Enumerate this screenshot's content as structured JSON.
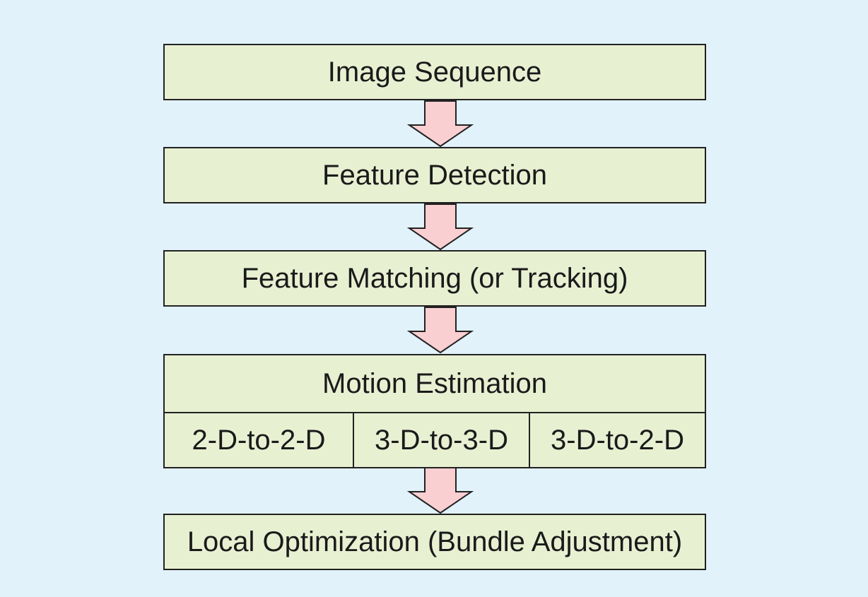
{
  "diagram": {
    "steps": [
      {
        "label": "Image Sequence"
      },
      {
        "label": "Feature Detection"
      },
      {
        "label": "Feature Matching (or Tracking)"
      },
      {
        "label": "Motion Estimation",
        "sub_options": [
          "2-D-to-2-D",
          "3-D-to-3-D",
          "3-D-to-2-D"
        ]
      },
      {
        "label": "Local Optimization (Bundle Adjustment)"
      }
    ]
  },
  "colors": {
    "background": "#e1f2fa",
    "box_fill": "#e8f0d2",
    "box_border": "#222222",
    "arrow_fill": "#f9cfd2",
    "arrow_stroke": "#222222"
  }
}
